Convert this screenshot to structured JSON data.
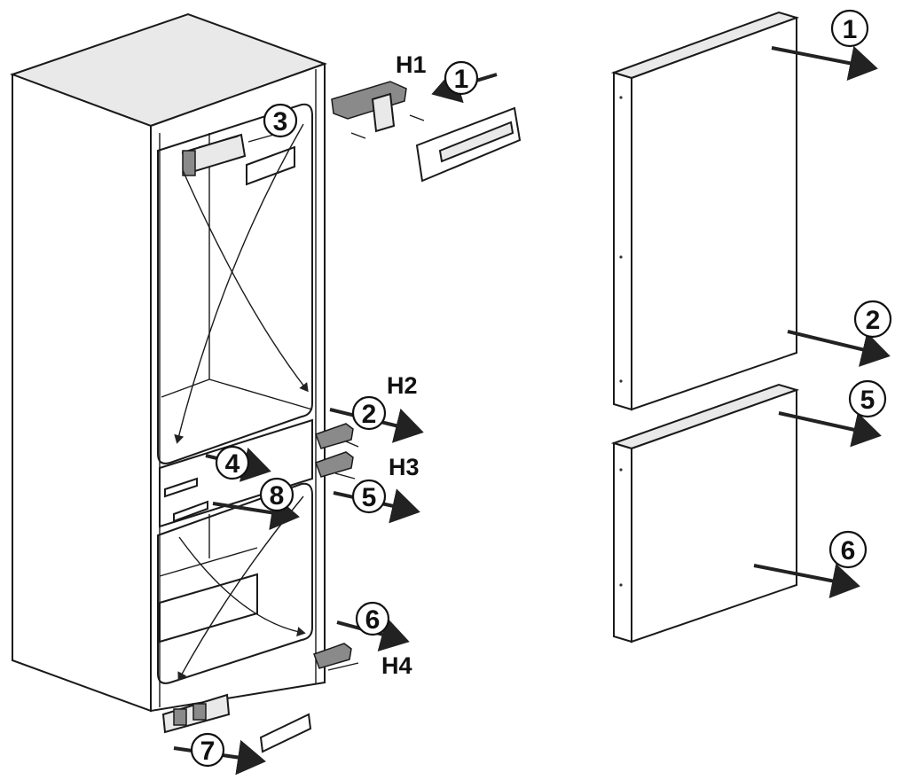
{
  "hinge_labels": [
    "H1",
    "H2",
    "H3",
    "H4"
  ],
  "steps": {
    "s1": "1",
    "s2": "2",
    "s3": "3",
    "s4": "4",
    "s5": "5",
    "s6": "6",
    "s7": "7",
    "s8": "8"
  }
}
